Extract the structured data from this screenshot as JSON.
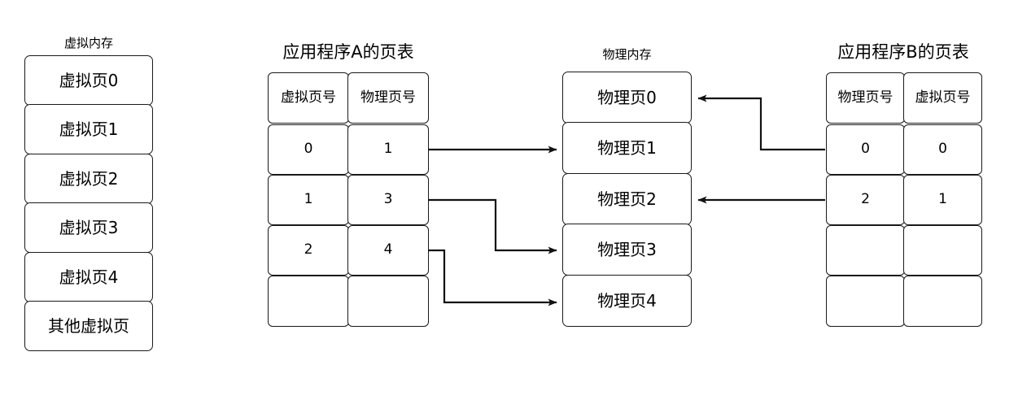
{
  "virtual_memory": {
    "title": "虚拟内存",
    "pages": [
      "虚拟页0",
      "虚拟页1",
      "虚拟页2",
      "虚拟页3",
      "虚拟页4",
      "其他虚拟页"
    ]
  },
  "page_table_a": {
    "title": "应用程序A的页表",
    "headers": [
      "虚拟页号",
      "物理页号"
    ],
    "rows": [
      {
        "c0": "0",
        "c1": "1"
      },
      {
        "c0": "1",
        "c1": "3"
      },
      {
        "c0": "2",
        "c1": "4"
      },
      {
        "c0": "",
        "c1": ""
      }
    ]
  },
  "physical_memory": {
    "title": "物理内存",
    "pages": [
      "物理页0",
      "物理页1",
      "物理页2",
      "物理页3",
      "物理页4"
    ]
  },
  "page_table_b": {
    "title": "应用程序B的页表",
    "headers": [
      "物理页号",
      "虚拟页号"
    ],
    "rows": [
      {
        "c0": "0",
        "c1": "0"
      },
      {
        "c0": "2",
        "c1": "1"
      },
      {
        "c0": "",
        "c1": ""
      },
      {
        "c0": "",
        "c1": ""
      }
    ]
  },
  "mappings": {
    "a_to_physical": [
      {
        "from": "虚拟页号 0 / 物理页号 1",
        "to": "物理页1"
      },
      {
        "from": "虚拟页号 1 / 物理页号 3",
        "to": "物理页3"
      },
      {
        "from": "虚拟页号 2 / 物理页号 4",
        "to": "物理页4"
      }
    ],
    "b_to_physical": [
      {
        "from": "物理页号 0 / 虚拟页号 0",
        "to": "物理页0"
      },
      {
        "from": "物理页号 2 / 虚拟页号 1",
        "to": "物理页2"
      }
    ]
  },
  "colors": {
    "stroke": "#1a1a1a",
    "background": "#ffffff",
    "text": "#000000"
  }
}
